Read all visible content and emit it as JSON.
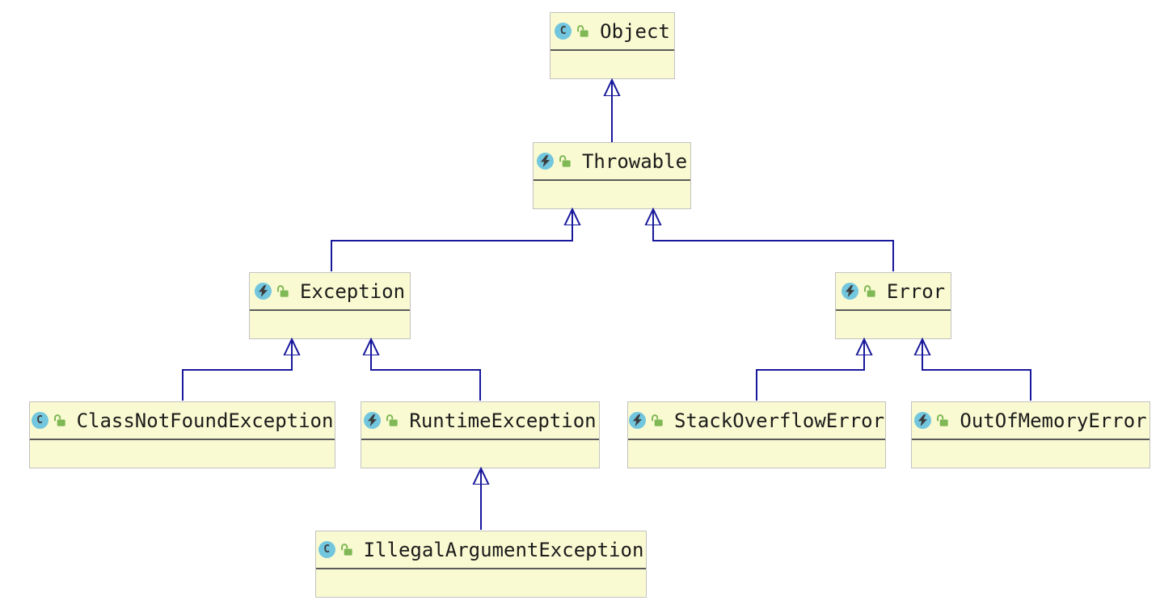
{
  "diagram": {
    "type": "uml-class-diagram",
    "nodes": [
      {
        "id": "object",
        "label": "Object",
        "stereotype": "class",
        "stereotype_icon": "class-icon",
        "visibility_icon": "public-unlocked-lock-icon"
      },
      {
        "id": "throwable",
        "label": "Throwable",
        "stereotype": "exception",
        "stereotype_icon": "exception-class-icon",
        "visibility_icon": "public-unlocked-lock-icon"
      },
      {
        "id": "exception",
        "label": "Exception",
        "stereotype": "exception",
        "stereotype_icon": "exception-class-icon",
        "visibility_icon": "public-unlocked-lock-icon"
      },
      {
        "id": "error",
        "label": "Error",
        "stereotype": "exception",
        "stereotype_icon": "exception-class-icon",
        "visibility_icon": "public-unlocked-lock-icon"
      },
      {
        "id": "class-not-found-exception",
        "label": "ClassNotFoundException",
        "stereotype": "class",
        "stereotype_icon": "class-icon",
        "visibility_icon": "public-unlocked-lock-icon"
      },
      {
        "id": "runtime-exception",
        "label": "RuntimeException",
        "stereotype": "exception",
        "stereotype_icon": "exception-class-icon",
        "visibility_icon": "public-unlocked-lock-icon"
      },
      {
        "id": "stack-overflow-error",
        "label": "StackOverflowError",
        "stereotype": "exception",
        "stereotype_icon": "exception-class-icon",
        "visibility_icon": "public-unlocked-lock-icon"
      },
      {
        "id": "out-of-memory-error",
        "label": "OutOfMemoryError",
        "stereotype": "exception",
        "stereotype_icon": "exception-class-icon",
        "visibility_icon": "public-unlocked-lock-icon"
      },
      {
        "id": "illegal-argument-exception",
        "label": "IllegalArgumentException",
        "stereotype": "class",
        "stereotype_icon": "class-icon",
        "visibility_icon": "public-unlocked-lock-icon"
      }
    ],
    "relations": [
      {
        "from": "Throwable",
        "to": "Object",
        "type": "extends"
      },
      {
        "from": "Exception",
        "to": "Throwable",
        "type": "extends"
      },
      {
        "from": "Error",
        "to": "Throwable",
        "type": "extends"
      },
      {
        "from": "ClassNotFoundException",
        "to": "Exception",
        "type": "extends"
      },
      {
        "from": "RuntimeException",
        "to": "Exception",
        "type": "extends"
      },
      {
        "from": "StackOverflowError",
        "to": "Error",
        "type": "extends"
      },
      {
        "from": "OutOfMemoryError",
        "to": "Error",
        "type": "extends"
      },
      {
        "from": "IllegalArgumentException",
        "to": "RuntimeException",
        "type": "extends"
      }
    ],
    "icons": {
      "class_icon_glyph": "C"
    },
    "colors": {
      "background": "#ffffff",
      "node_fill": "#FAFAD2",
      "node_border": "#C2C2C2",
      "compartment_divider": "#5A5A5A",
      "edge": "#18189C",
      "icon_circle_bg": "#72C6DE",
      "icon_glyph": "#3D3D3D",
      "lock_green": "#7FB855",
      "label_text": "#1B1B1B"
    }
  }
}
